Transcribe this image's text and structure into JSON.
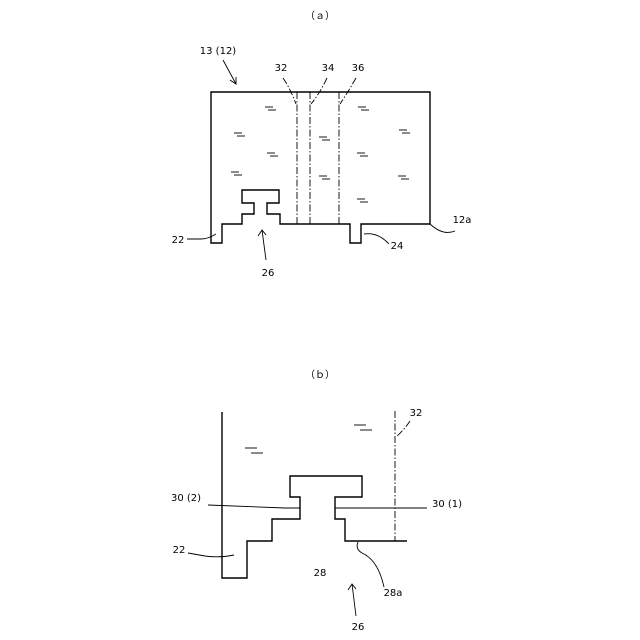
{
  "figure_a": {
    "caption": "（ａ）",
    "labels": {
      "container": "13 (12)",
      "l32": "32",
      "l34": "34",
      "l36": "36",
      "l12a": "12a",
      "l22": "22",
      "l24": "24",
      "l26": "26"
    }
  },
  "figure_b": {
    "caption": "（ｂ）",
    "labels": {
      "l32": "32",
      "l30_2": "30 (2)",
      "l30_1": "30 (1)",
      "l22": "22",
      "l28": "28",
      "l28a": "28a",
      "l26": "26"
    }
  }
}
